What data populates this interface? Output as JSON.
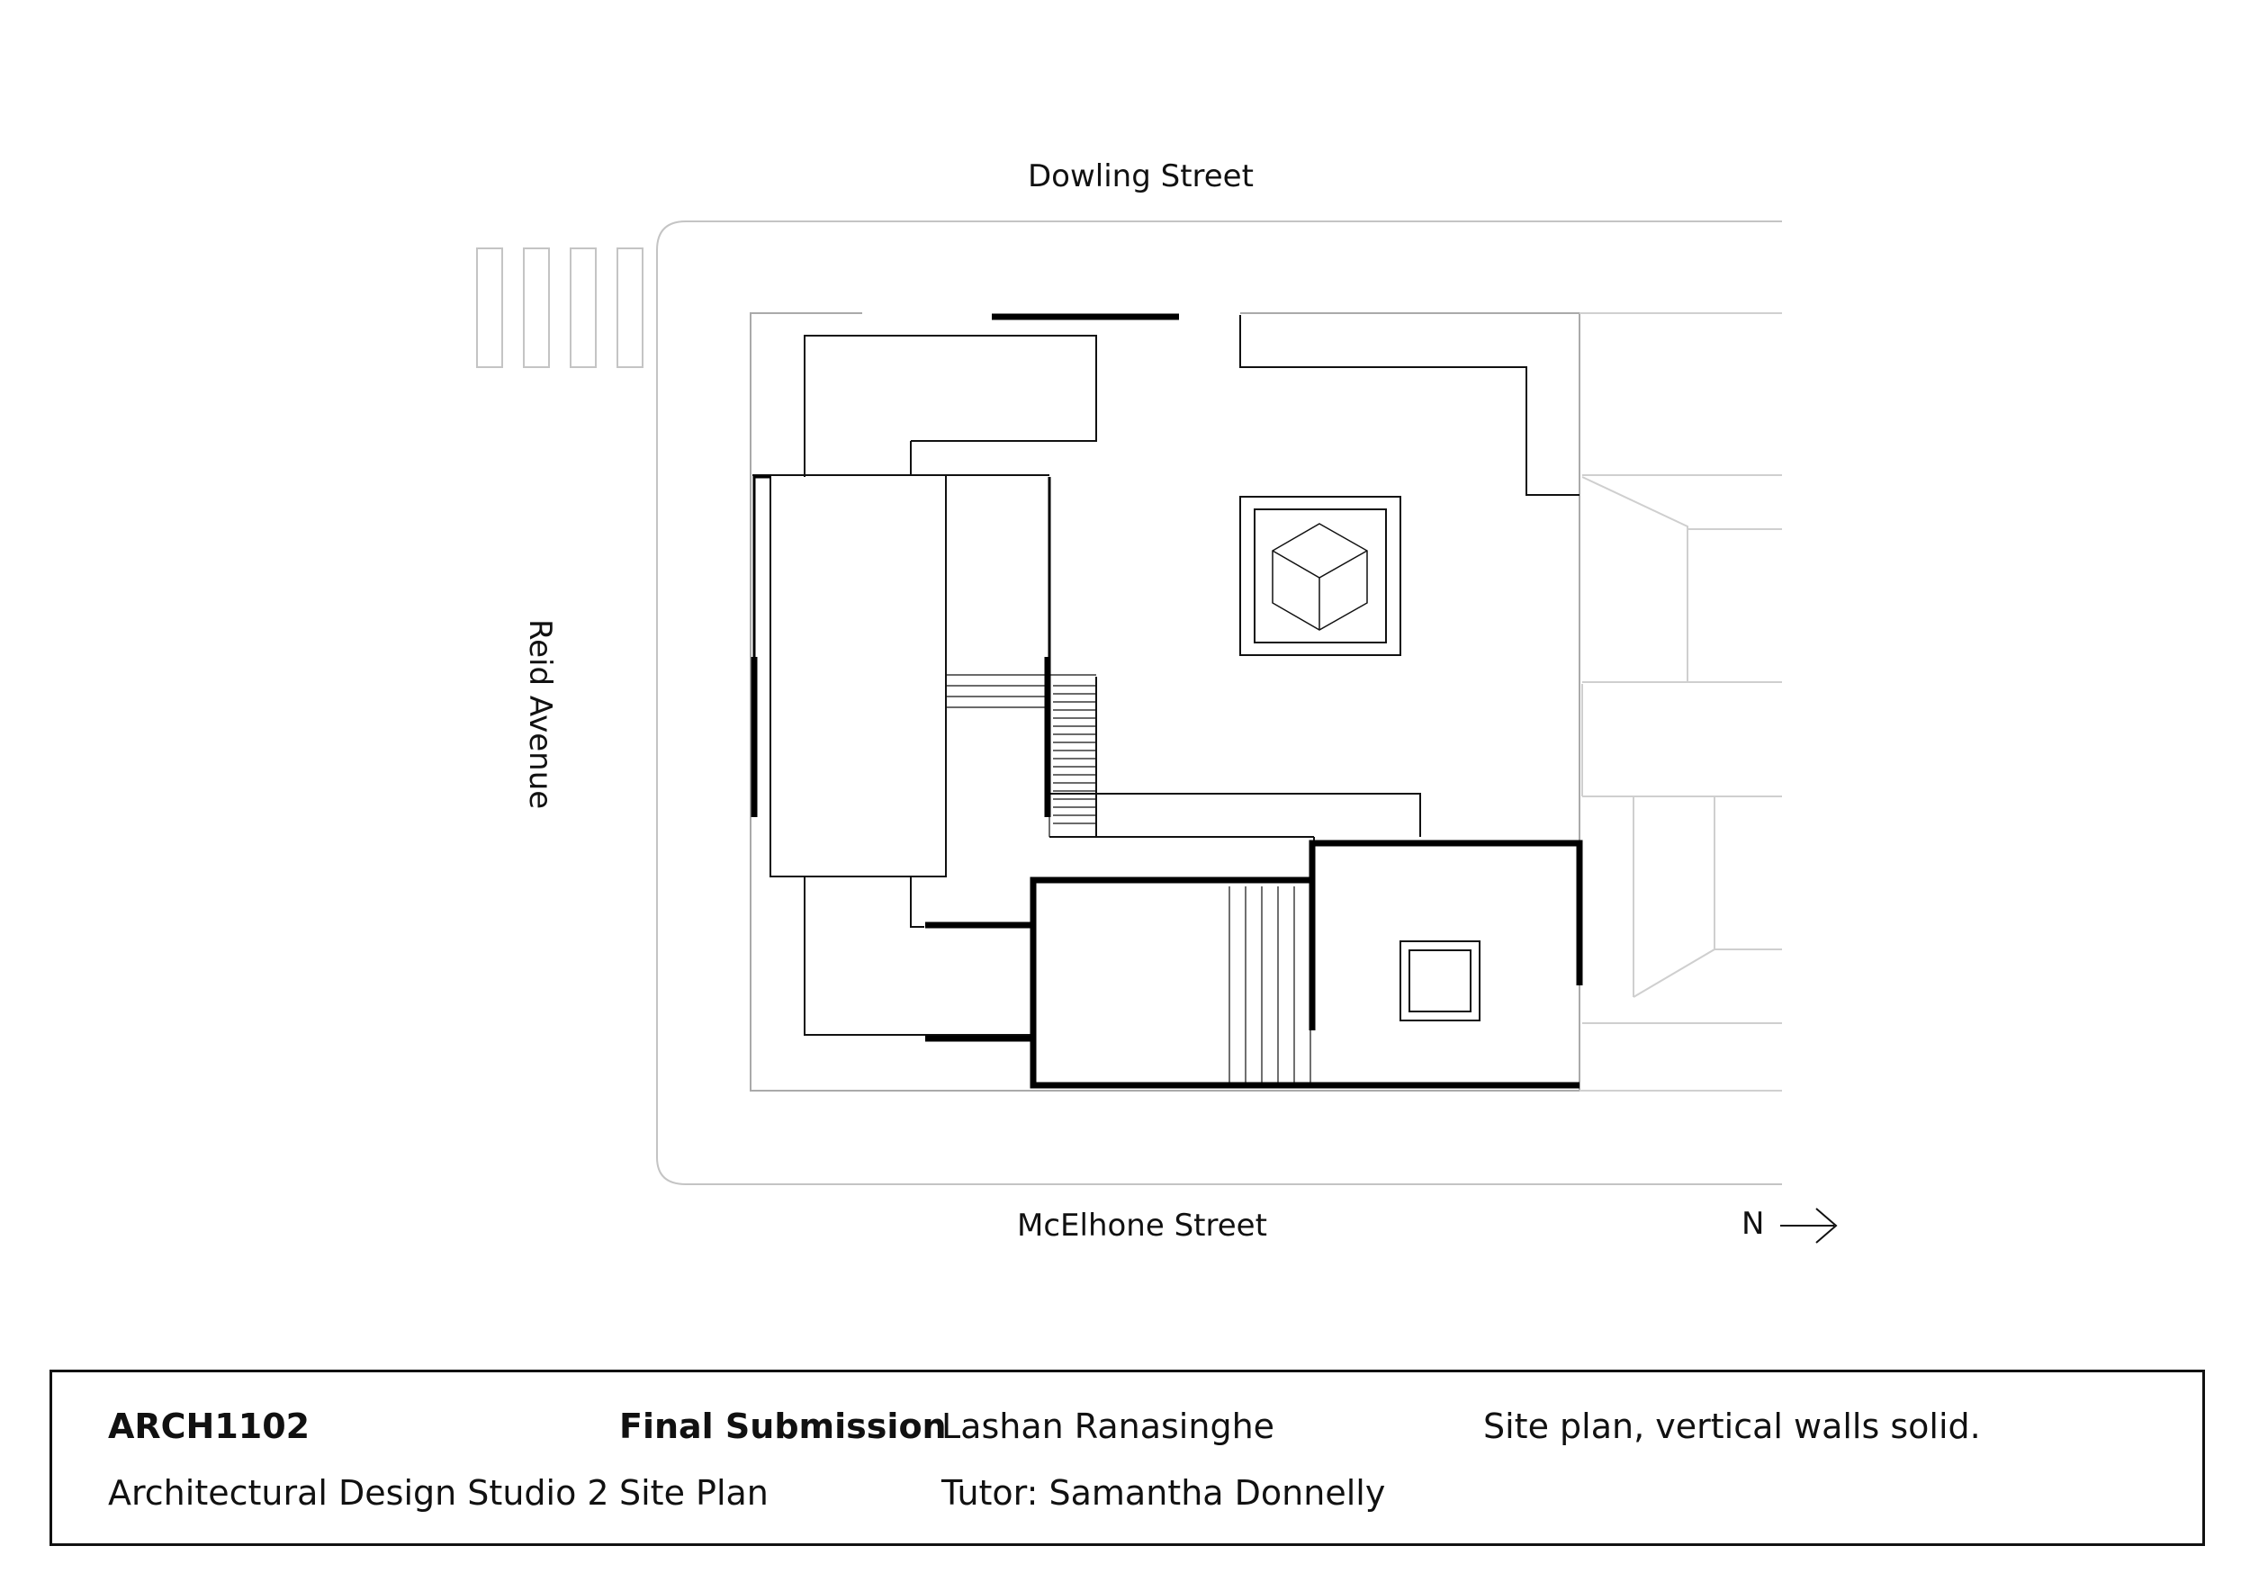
{
  "streets": {
    "north_side": "Dowling Street",
    "south_side": "McElhone Street",
    "west_side": "Reid Avenue"
  },
  "north_label": "N",
  "title_block": {
    "course_code": "ARCH1102",
    "course_name": "Architectural Design Studio 2",
    "submission": "Final Submission",
    "drawing": "Site Plan",
    "student": "Lashan Ranasinghe",
    "tutor": "Tutor: Samantha Donnelly",
    "note": "Site plan, vertical walls solid."
  },
  "colors": {
    "ink": "#111111",
    "site": "#bbbbbb",
    "wall": "#000000"
  }
}
